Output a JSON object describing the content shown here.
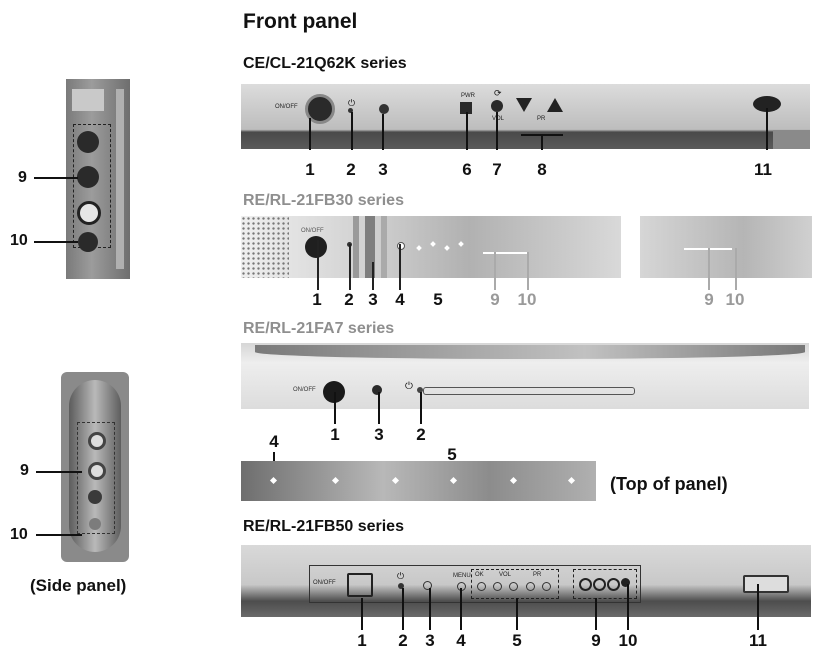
{
  "header": {
    "title": "Front panel"
  },
  "side_panel": {
    "top_callouts": [
      "9",
      "10"
    ],
    "bottom_callouts": [
      "9",
      "10"
    ],
    "caption": "(Side panel)"
  },
  "sections": [
    {
      "heading": "CE/CL-21Q62K series",
      "callouts": [
        "1",
        "2",
        "3",
        "6",
        "7",
        "8",
        "11"
      ],
      "panel_labels": {
        "onoff": "ON/OFF",
        "pwr": "PWR",
        "vol": "VOL",
        "pr": "PR"
      }
    },
    {
      "heading": "RE/RL-21FB30 series",
      "callouts": [
        "1",
        "2",
        "3",
        "4",
        "5",
        "9",
        "10"
      ],
      "extra_callouts": [
        "9",
        "10"
      ],
      "panel_labels": {
        "onoff": "ON/OFF"
      }
    },
    {
      "heading": "RE/RL-21FA7 series",
      "callouts": [
        "1",
        "3",
        "2"
      ],
      "top_callouts": [
        "4",
        "5"
      ],
      "top_caption": "(Top of panel)",
      "panel_labels": {
        "onoff": "ON/OFF"
      }
    },
    {
      "heading": "RE/RL-21FB50 series",
      "callouts": [
        "1",
        "2",
        "3",
        "4",
        "5",
        "9",
        "10",
        "11"
      ],
      "panel_labels": {
        "onoff": "ON/OFF",
        "menu": "MENU",
        "ok": "OK",
        "vol": "VOL",
        "pr": "PR"
      }
    }
  ],
  "colors": {
    "panel_grey": "#b5b5b5",
    "dark": "#2a2a2a"
  }
}
